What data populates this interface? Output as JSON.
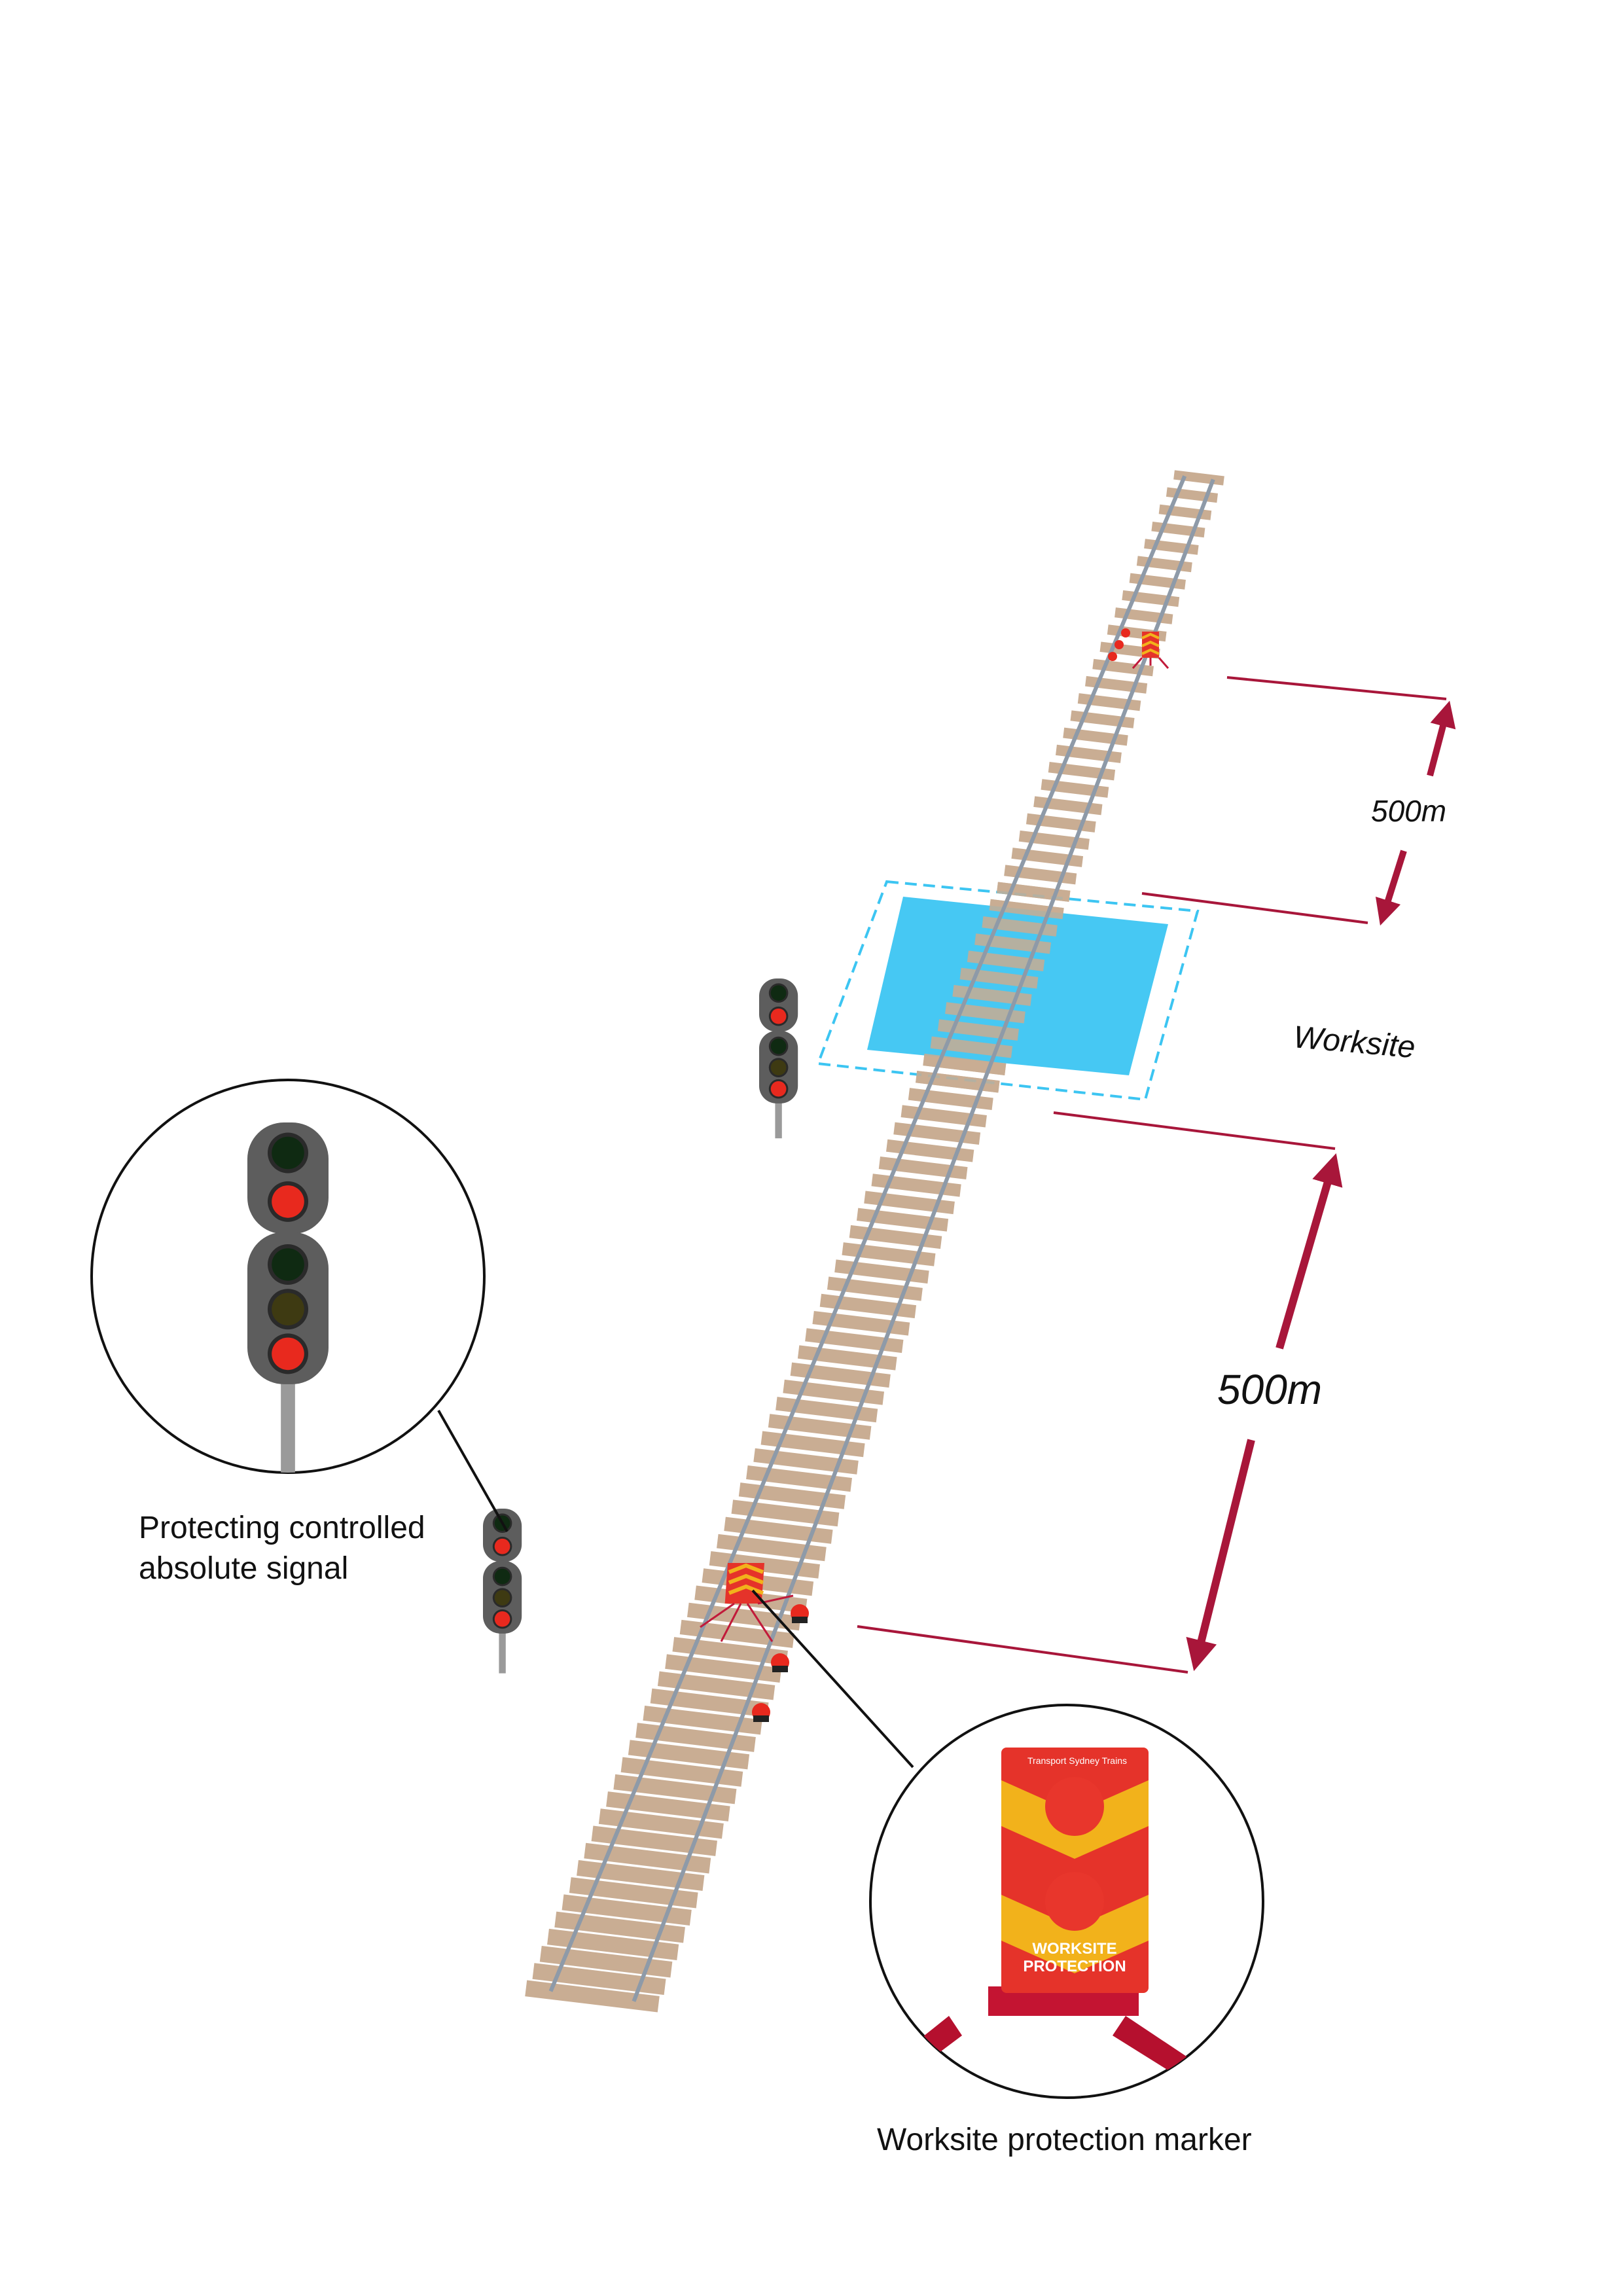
{
  "labels": {
    "distance_top": "500m",
    "distance_bottom": "500m",
    "worksite": "Worksite",
    "signal_caption_line1": "Protecting controlled",
    "signal_caption_line2": "absolute signal",
    "marker_caption": "Worksite protection marker",
    "marker_text_line1": "WORKSITE",
    "marker_text_line2": "PROTECTION",
    "marker_brand": "Transport Sydney Trains"
  },
  "colors": {
    "sleeper": "#c9ad93",
    "rail": "#8e9aa8",
    "dimension": "#a8163a",
    "worksite_fill": "#3cc5f2",
    "worksite_border": "#3cc5f2",
    "signal_body": "#5d5d5d",
    "lamp_red": "#e8291e",
    "lamp_green_off": "#0f2a12",
    "lamp_yellow_off": "#3e3a12",
    "marker_red": "#e5332a",
    "marker_yellow": "#f2b21b"
  },
  "icons": [
    "railway-signal-icon",
    "worksite-protection-marker-icon",
    "detonator-icon"
  ]
}
